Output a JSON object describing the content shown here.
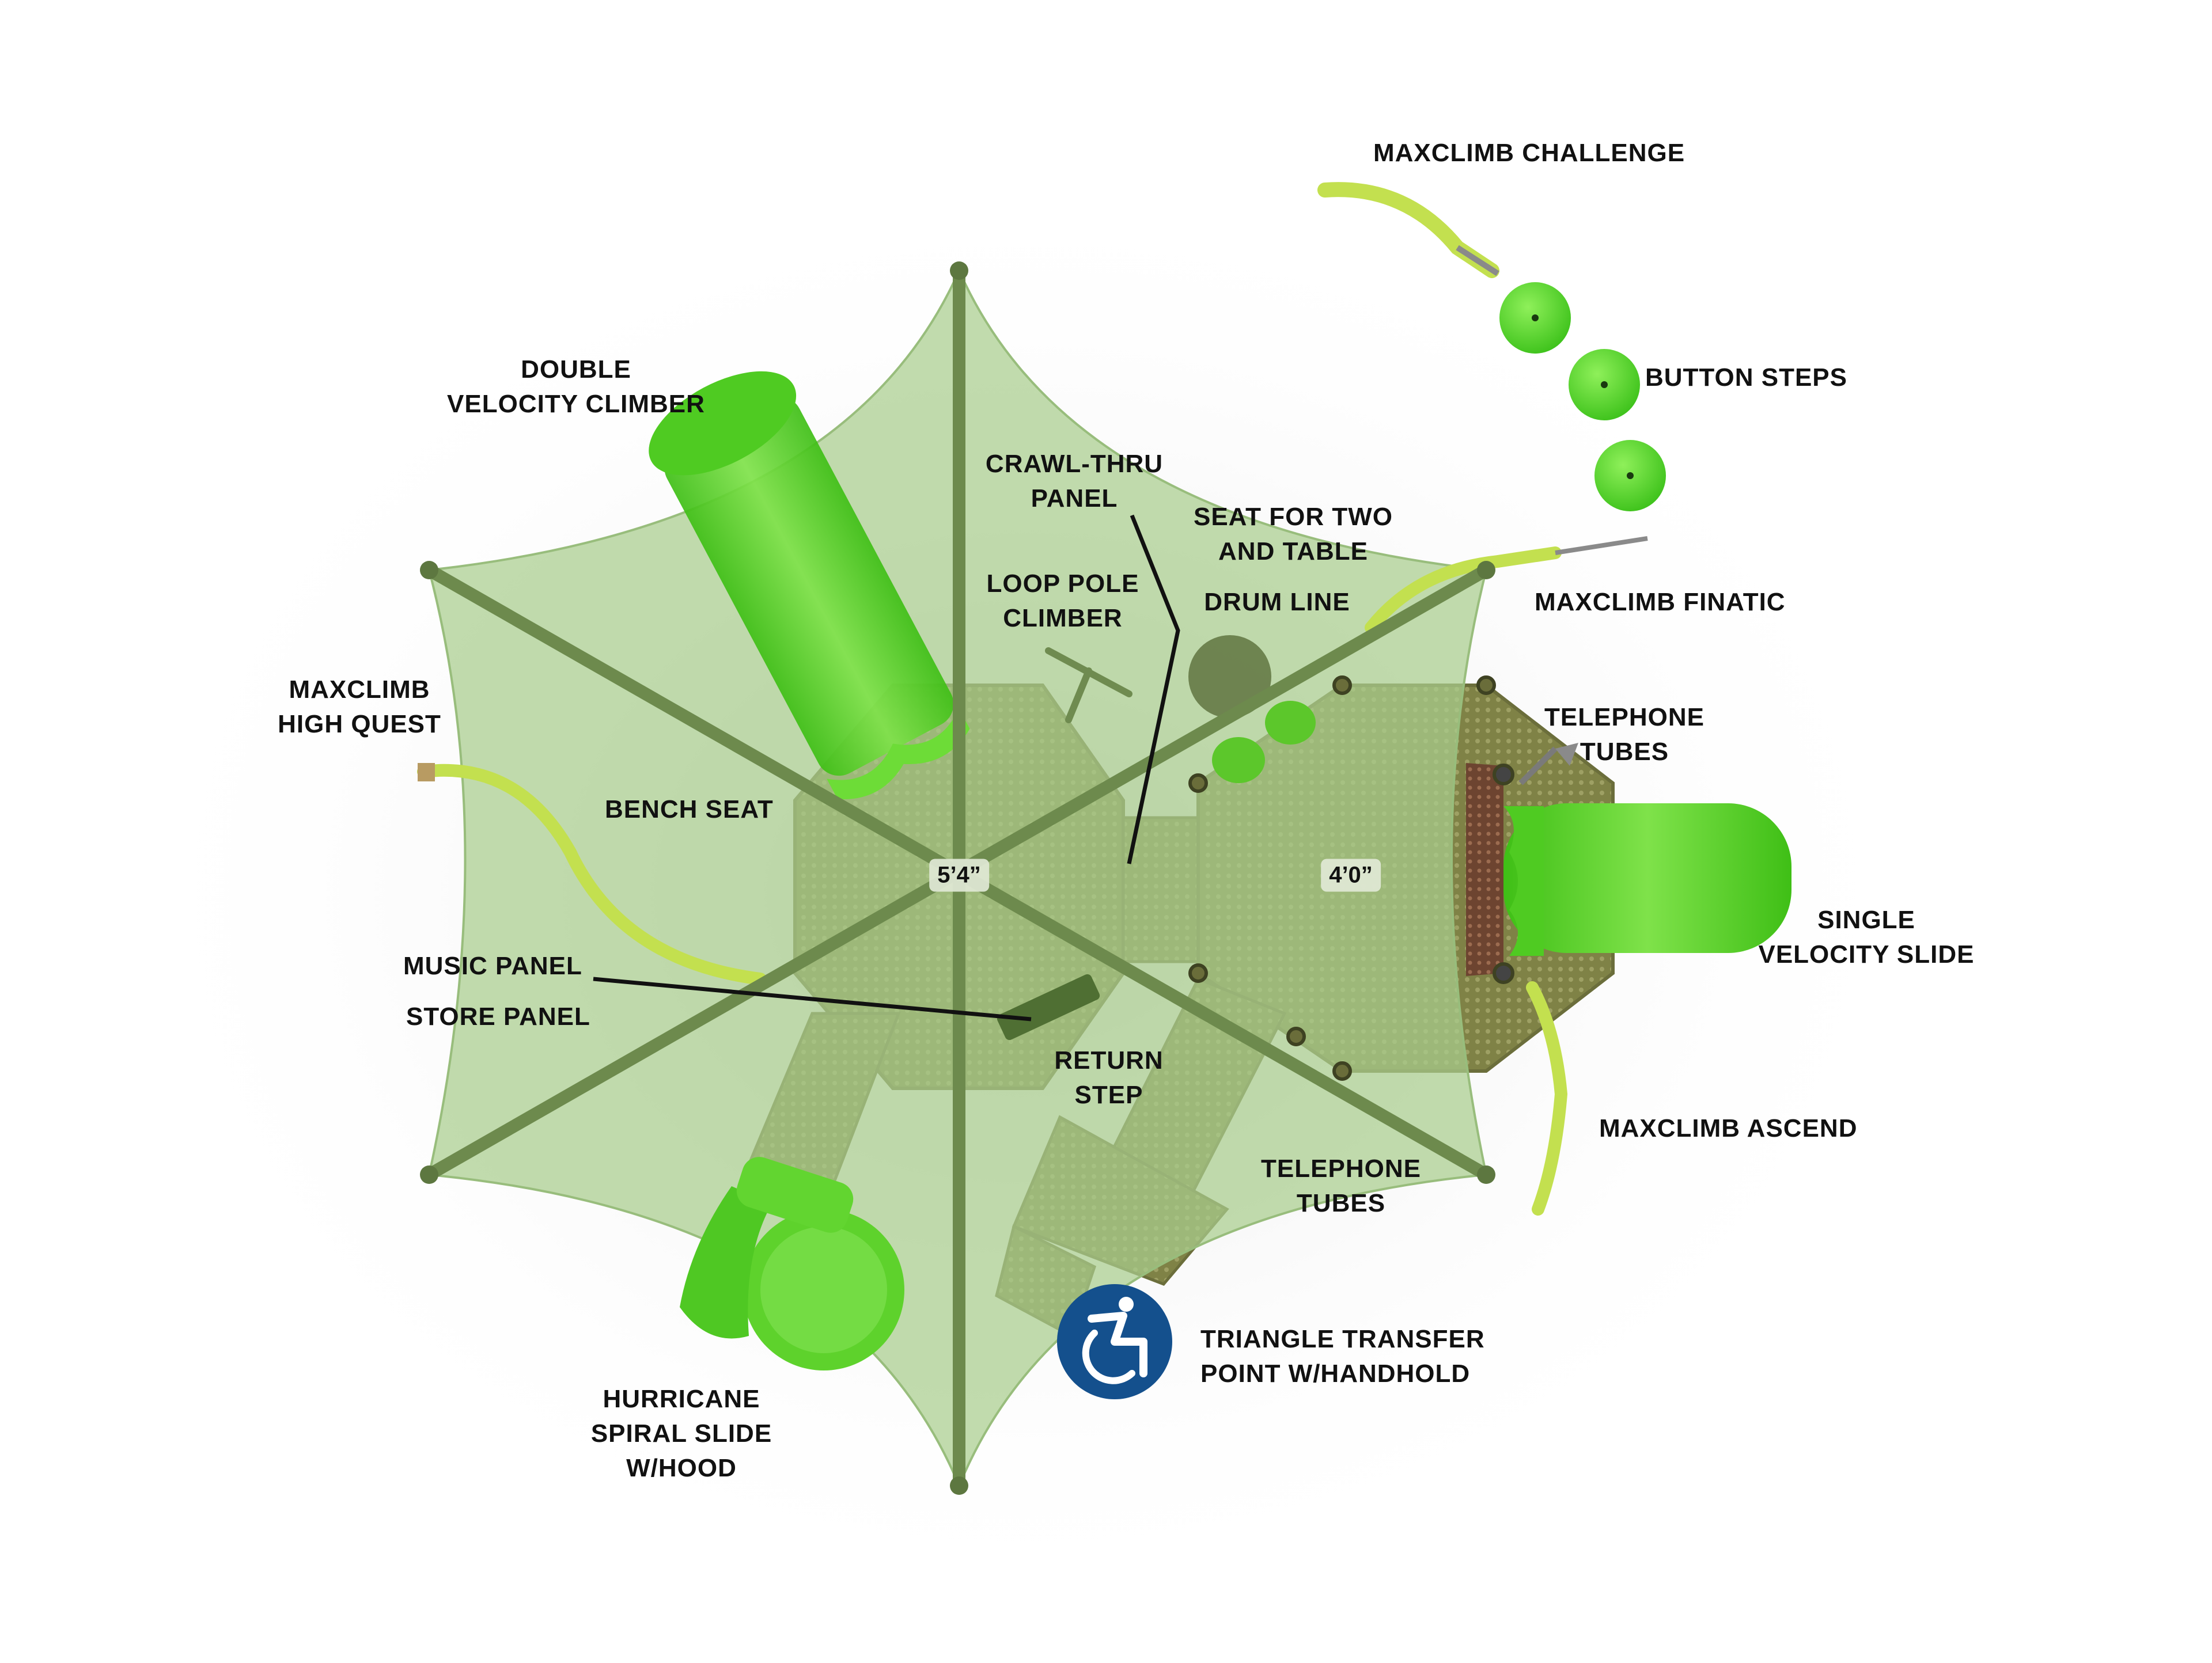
{
  "diagram": {
    "title_hidden": "",
    "colors": {
      "canopy": "#b9d7a2",
      "frame": "#6e8a4c",
      "deck": "#7c7f45",
      "slide_green": "#5cd12a",
      "climber_yellow": "#c9e35b",
      "brown_tunnel": "#7a4a32",
      "ada_blue": "#14508d",
      "label": "#111111"
    },
    "labels": {
      "maxclimb_challenge": [
        "MAXCLIMB CHALLENGE"
      ],
      "button_steps": [
        "BUTTON STEPS"
      ],
      "double_velocity_climber": [
        "DOUBLE",
        "VELOCITY CLIMBER"
      ],
      "crawl_thru_panel": [
        "CRAWL-THRU",
        "PANEL"
      ],
      "seat_for_two": [
        "SEAT FOR TWO",
        "AND TABLE"
      ],
      "loop_pole_climber": [
        "LOOP POLE",
        "CLIMBER"
      ],
      "drum_line": [
        "DRUM LINE"
      ],
      "maxclimb_finatic": [
        "MAXCLIMB FINATIC"
      ],
      "maxclimb_high_quest": [
        "MAXCLIMB",
        "HIGH QUEST"
      ],
      "telephone_tubes_top": [
        "TELEPHONE",
        "TUBES"
      ],
      "bench_seat": [
        "BENCH SEAT"
      ],
      "single_velocity_slide": [
        "SINGLE",
        "VELOCITY SLIDE"
      ],
      "music_panel": [
        "MUSIC PANEL"
      ],
      "store_panel": [
        "STORE PANEL"
      ],
      "return_step": [
        "RETURN",
        "STEP"
      ],
      "maxclimb_ascend": [
        "MAXCLIMB ASCEND"
      ],
      "telephone_tubes_bottom": [
        "TELEPHONE",
        "TUBES"
      ],
      "triangle_transfer": [
        "TRIANGLE TRANSFER",
        "POINT W/HANDHOLD"
      ],
      "hurricane_spiral_slide": [
        "HURRICANE",
        "SPIRAL SLIDE",
        "W/HOOD"
      ]
    },
    "deck_heights": {
      "left_deck": "5’4”",
      "right_deck": "4’0”"
    },
    "icons": {
      "accessibility": "wheelchair-accessibility-icon"
    }
  }
}
